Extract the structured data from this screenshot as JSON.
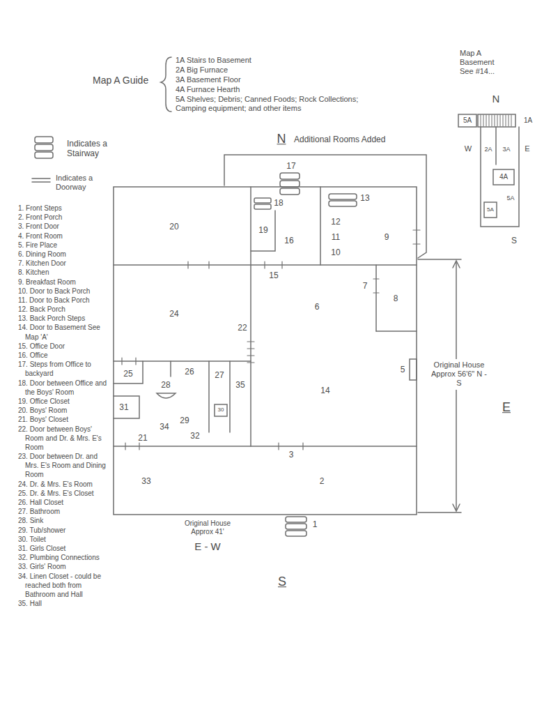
{
  "diagram": {
    "labels": [
      "Map A Guide",
      "1A Stairs to Basement",
      "2A Big Furnace",
      "3A Basement Floor",
      "4A Furnace Hearth",
      "5A Shelves; Debris; Canned Foods; Rock Collections; Camping equipment; and other items",
      "Map A Basement See #14...",
      "N",
      "5A",
      "1A",
      "W",
      "2A",
      "3A",
      "E",
      "4A",
      "5A",
      "5A",
      "S",
      "N",
      "Additional Rooms Added",
      "1. Front Steps",
      "2. Front Porch",
      "3. Front Door",
      "4. Front Room",
      "5. Fire Place",
      "6. Dining Room",
      "7. Kitchen Door",
      "8. Kitchen",
      "9. Breakfast Room",
      "10. Door to Back Porch",
      "11. Door to Back Porch",
      "12. Back Porch",
      "13. Back Porch Steps",
      "14. Door to Basement See Map 'A'",
      "15. Office Door",
      "16. Office",
      "17. Steps from Office to backyard",
      "18. Door between Office and the Boys' Room",
      "19. Office Closet",
      "20. Boys' Room",
      "21. Boys' Closet",
      "22. Door between Boys' Room and Dr. & Mrs. E's Room",
      "23. Door between Dr. and Mrs. E's Room and Dining Room",
      "24. Dr. & Mrs. E's Room",
      "25. Dr. & Mrs. E's Closet",
      "26. Hall Closet",
      "27. Bathroom",
      "28. Sink",
      "29. Tub/shower",
      "30. Toilet",
      "31. Girls Closet",
      "32. Plumbing Connections",
      "33. Girls' Room",
      "34. Linen Closet - could be reached both from Bathroom and Hall",
      "35. Hall",
      "20",
      "16",
      "9",
      "17",
      "18",
      "19",
      "15",
      "13",
      "12",
      "11",
      "10",
      "7",
      "6",
      "8",
      "24",
      "22",
      "14",
      "5",
      "25",
      "26",
      "28",
      "27",
      "35",
      "31",
      "30",
      "29",
      "34",
      "32",
      "21",
      "33",
      "3",
      "2",
      "1",
      "Original House Approx 56'6\" N - S",
      "E",
      "Original House Approx 41'",
      "E - W",
      "S"
    ],
    "legend": [
      {
        "text": "Indicates a Stairway"
      },
      {
        "text": "Indicates a Doorway"
      }
    ]
  }
}
